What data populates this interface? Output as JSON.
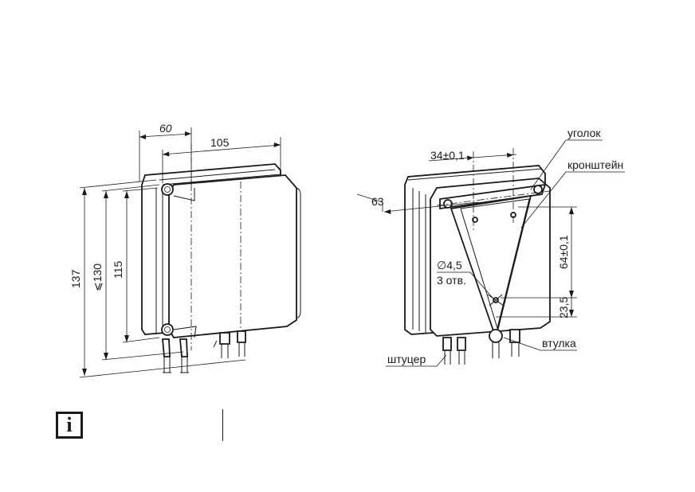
{
  "left_view": {
    "dim_depth": "60",
    "dim_width": "105",
    "dim_height_total": "137",
    "dim_height_max": "⩽130",
    "dim_height_body": "115"
  },
  "right_view": {
    "dim_holes_spacing": "34±0,1",
    "dim_offset": "63",
    "dim_vertical_spacing": "64±0,1",
    "dim_lower": "23,5",
    "hole_diameter": "∅4,5",
    "hole_count": "3 отв.",
    "label_corner": "уголок",
    "label_bracket": "кронштейн",
    "label_fitting": "штуцер",
    "label_bushing": "втулка"
  },
  "footer": {
    "info_icon": "info-icon"
  }
}
